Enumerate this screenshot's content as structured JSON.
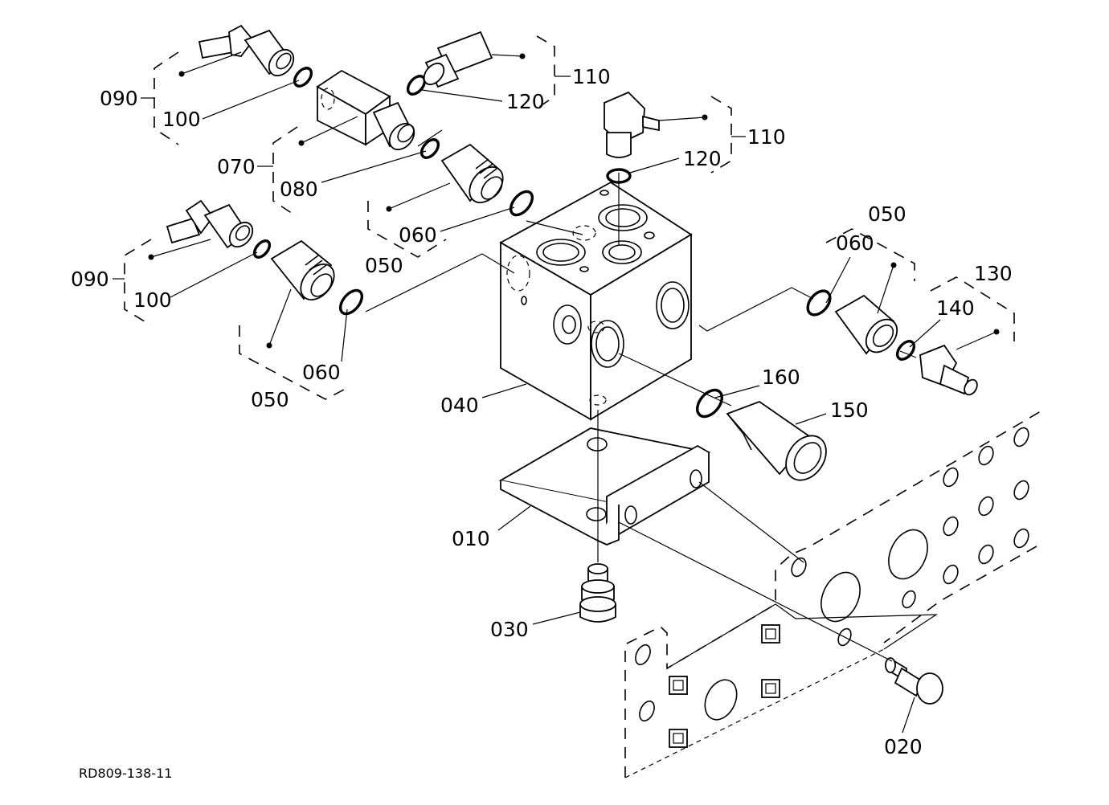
{
  "labels": {
    "p010": "010",
    "p020": "020",
    "p030": "030",
    "p040": "040",
    "p050_a": "050",
    "p050_b": "050",
    "p050_c": "050",
    "p060_a": "060",
    "p060_b": "060",
    "p060_c": "060",
    "p070": "070",
    "p080": "080",
    "p090_a": "090",
    "p090_b": "090",
    "p100_a": "100",
    "p100_b": "100",
    "p110_a": "110",
    "p110_b": "110",
    "p120_a": "120",
    "p120_b": "120",
    "p130": "130",
    "p140": "140",
    "p150": "150",
    "p160": "160"
  },
  "drawing_code": "RD809-138-11"
}
